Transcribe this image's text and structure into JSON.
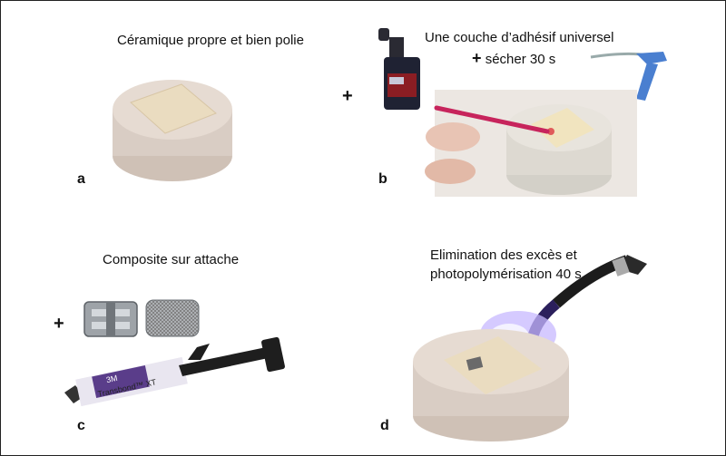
{
  "panels": {
    "a": {
      "letter": "a",
      "caption": "Céramique propre et bien polie"
    },
    "b": {
      "letter": "b",
      "caption_line1": "Une couche d’adhésif universel",
      "caption_line2": "sécher 30 s",
      "plus_inline": "+"
    },
    "c": {
      "letter": "c",
      "caption": "Composite sur attache"
    },
    "d": {
      "letter": "d",
      "caption_line1": "Elimination des excès et",
      "caption_line2": "photopolymérisation 40 s"
    }
  },
  "plus_signs": {
    "b": "+",
    "c": "+"
  },
  "product_labels": {
    "syringe": "Transbond™ XT",
    "syringe_brand": "3M"
  },
  "colors": {
    "foam": "#d9cdc4",
    "ceramic": "#eadcc0",
    "brush": "#c7245c",
    "airgun": "#4a7fd0",
    "lightcure": "#7a5cf0"
  }
}
